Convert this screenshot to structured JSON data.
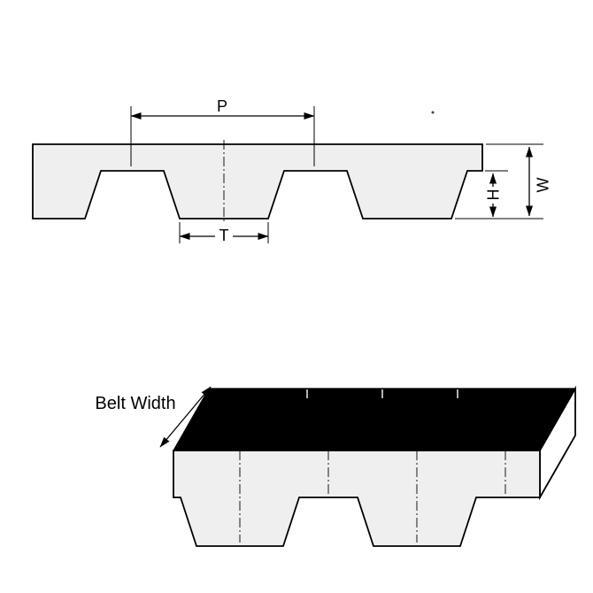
{
  "diagram": {
    "title": "timing-belt-dimension-diagram",
    "labels": {
      "pitch": "P",
      "tooth_width": "T",
      "tooth_height": "H",
      "belt_thickness": "W",
      "belt_width": "Belt Width"
    },
    "colors": {
      "background": "#ffffff",
      "belt_fill": "#efefef",
      "outline": "#000000",
      "top_surface": "#000000",
      "end_face": "#ffffff"
    }
  }
}
